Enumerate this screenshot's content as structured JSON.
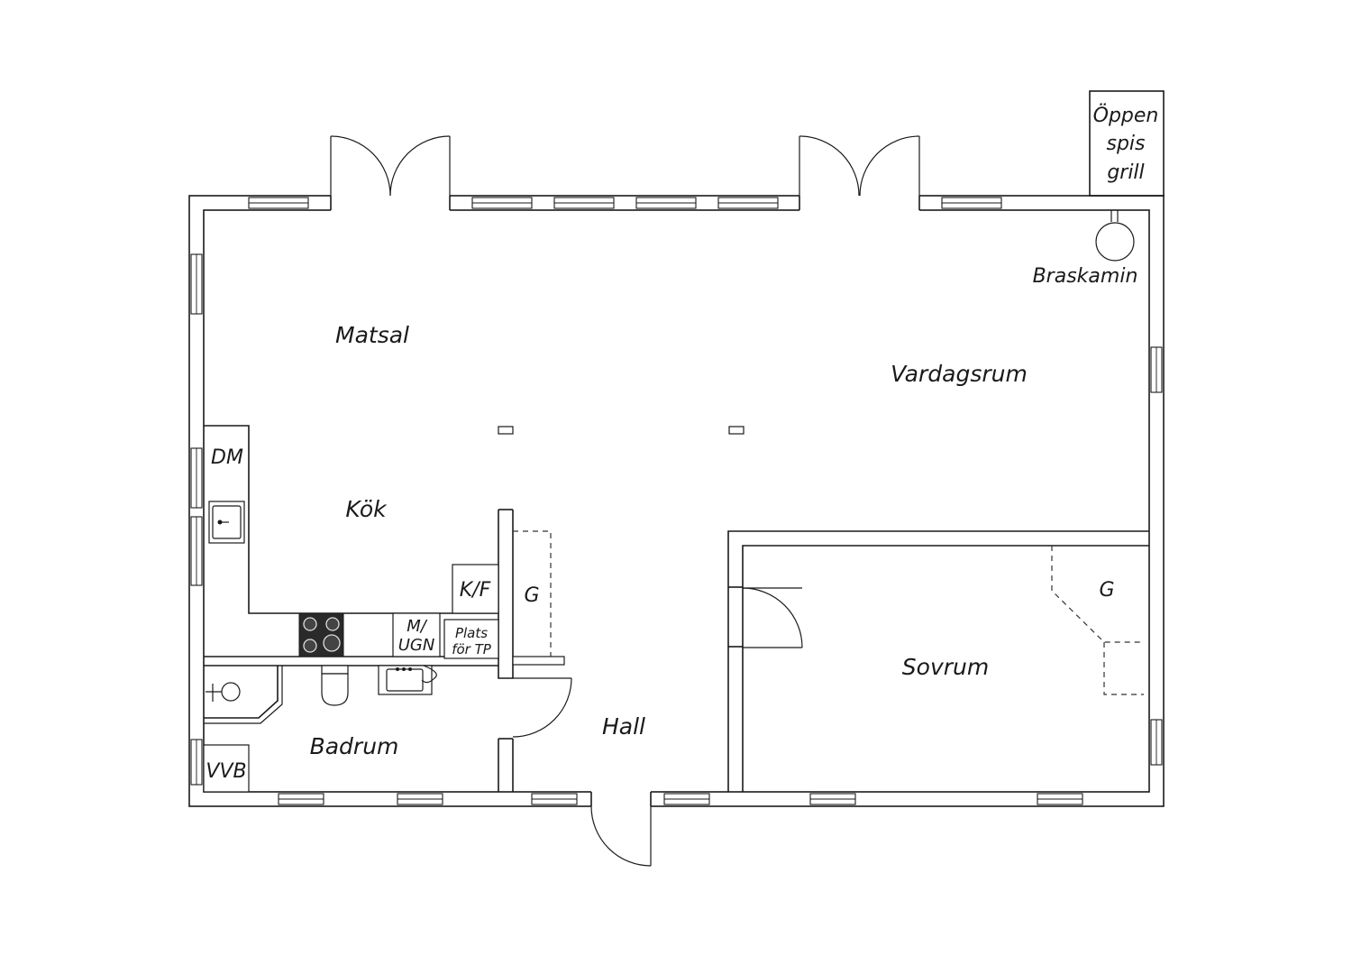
{
  "rooms": {
    "matsal": "Matsal",
    "vardagsrum": "Vardagsrum",
    "kok": "Kök",
    "sovrum": "Sovrum",
    "badrum": "Badrum",
    "hall": "Hall",
    "braskamin": "Braskamin"
  },
  "fixtures": {
    "dm": "DM",
    "kf": "K/F",
    "g_hall": "G",
    "g_sovrum": "G",
    "m_ugn_line1": "M/",
    "m_ugn_line2": "UGN",
    "plats_line1": "Plats",
    "plats_line2": "för TP",
    "vvb": "VVB"
  },
  "grill": {
    "line1": "Öppen",
    "line2": "spis",
    "line3": "grill"
  }
}
